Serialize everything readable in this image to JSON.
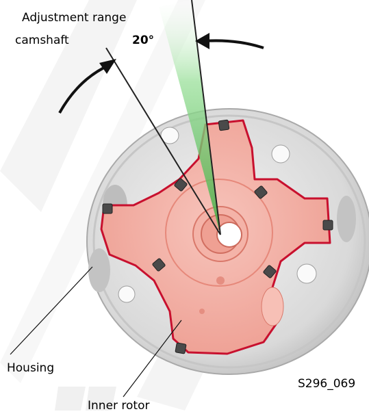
{
  "labels": {
    "adjustment_line1": "Adjustment range",
    "adjustment_line2": "camshaft",
    "angle": "20°",
    "housing": "Housing",
    "inner_rotor": "Inner rotor",
    "figure_code": "S296_069"
  },
  "colors": {
    "rotor_fill": "#f2aaa0",
    "rotor_outline": "#c8102e",
    "housing_fill": "#dedede",
    "housing_edge": "#b0b0b0",
    "wedge_green": "#8fd88f",
    "watermark": "#ededed"
  }
}
